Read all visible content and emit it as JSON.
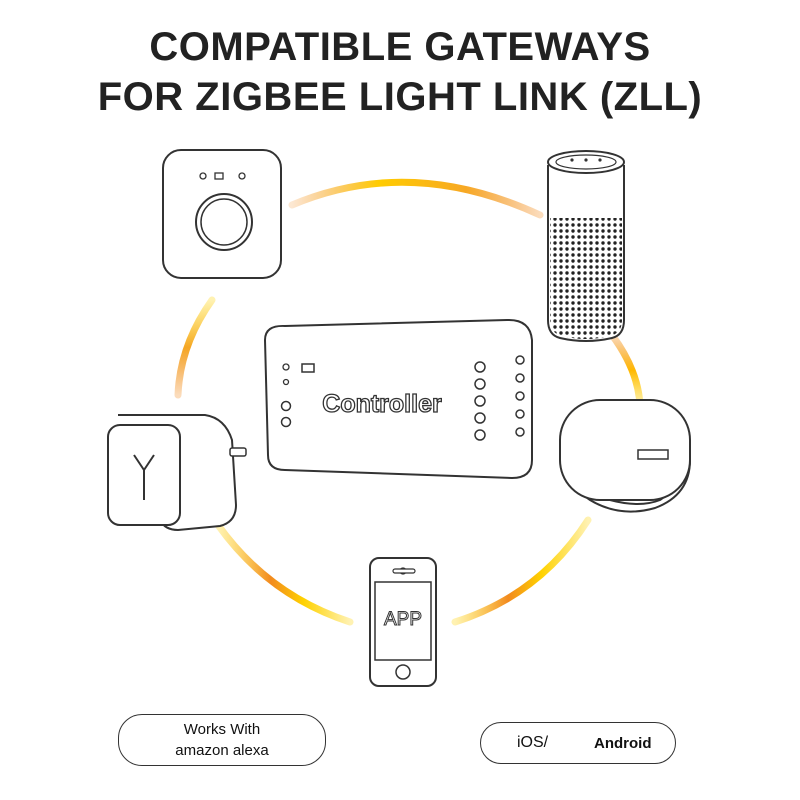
{
  "title": {
    "line1": "COMPATIBLE GATEWAYS",
    "line2": "FOR ZIGBEE LIGHT LINK (ZLL)"
  },
  "controller": {
    "label": "Controller"
  },
  "phone": {
    "label": "APP"
  },
  "badges": {
    "alexa_line1": "Works With",
    "alexa_line2": "amazon alexa",
    "ios": "iOS/",
    "android": "Android"
  },
  "colors": {
    "ring_yellow": "#ffd200",
    "ring_orange": "#f28a1e",
    "outline": "#333333"
  }
}
